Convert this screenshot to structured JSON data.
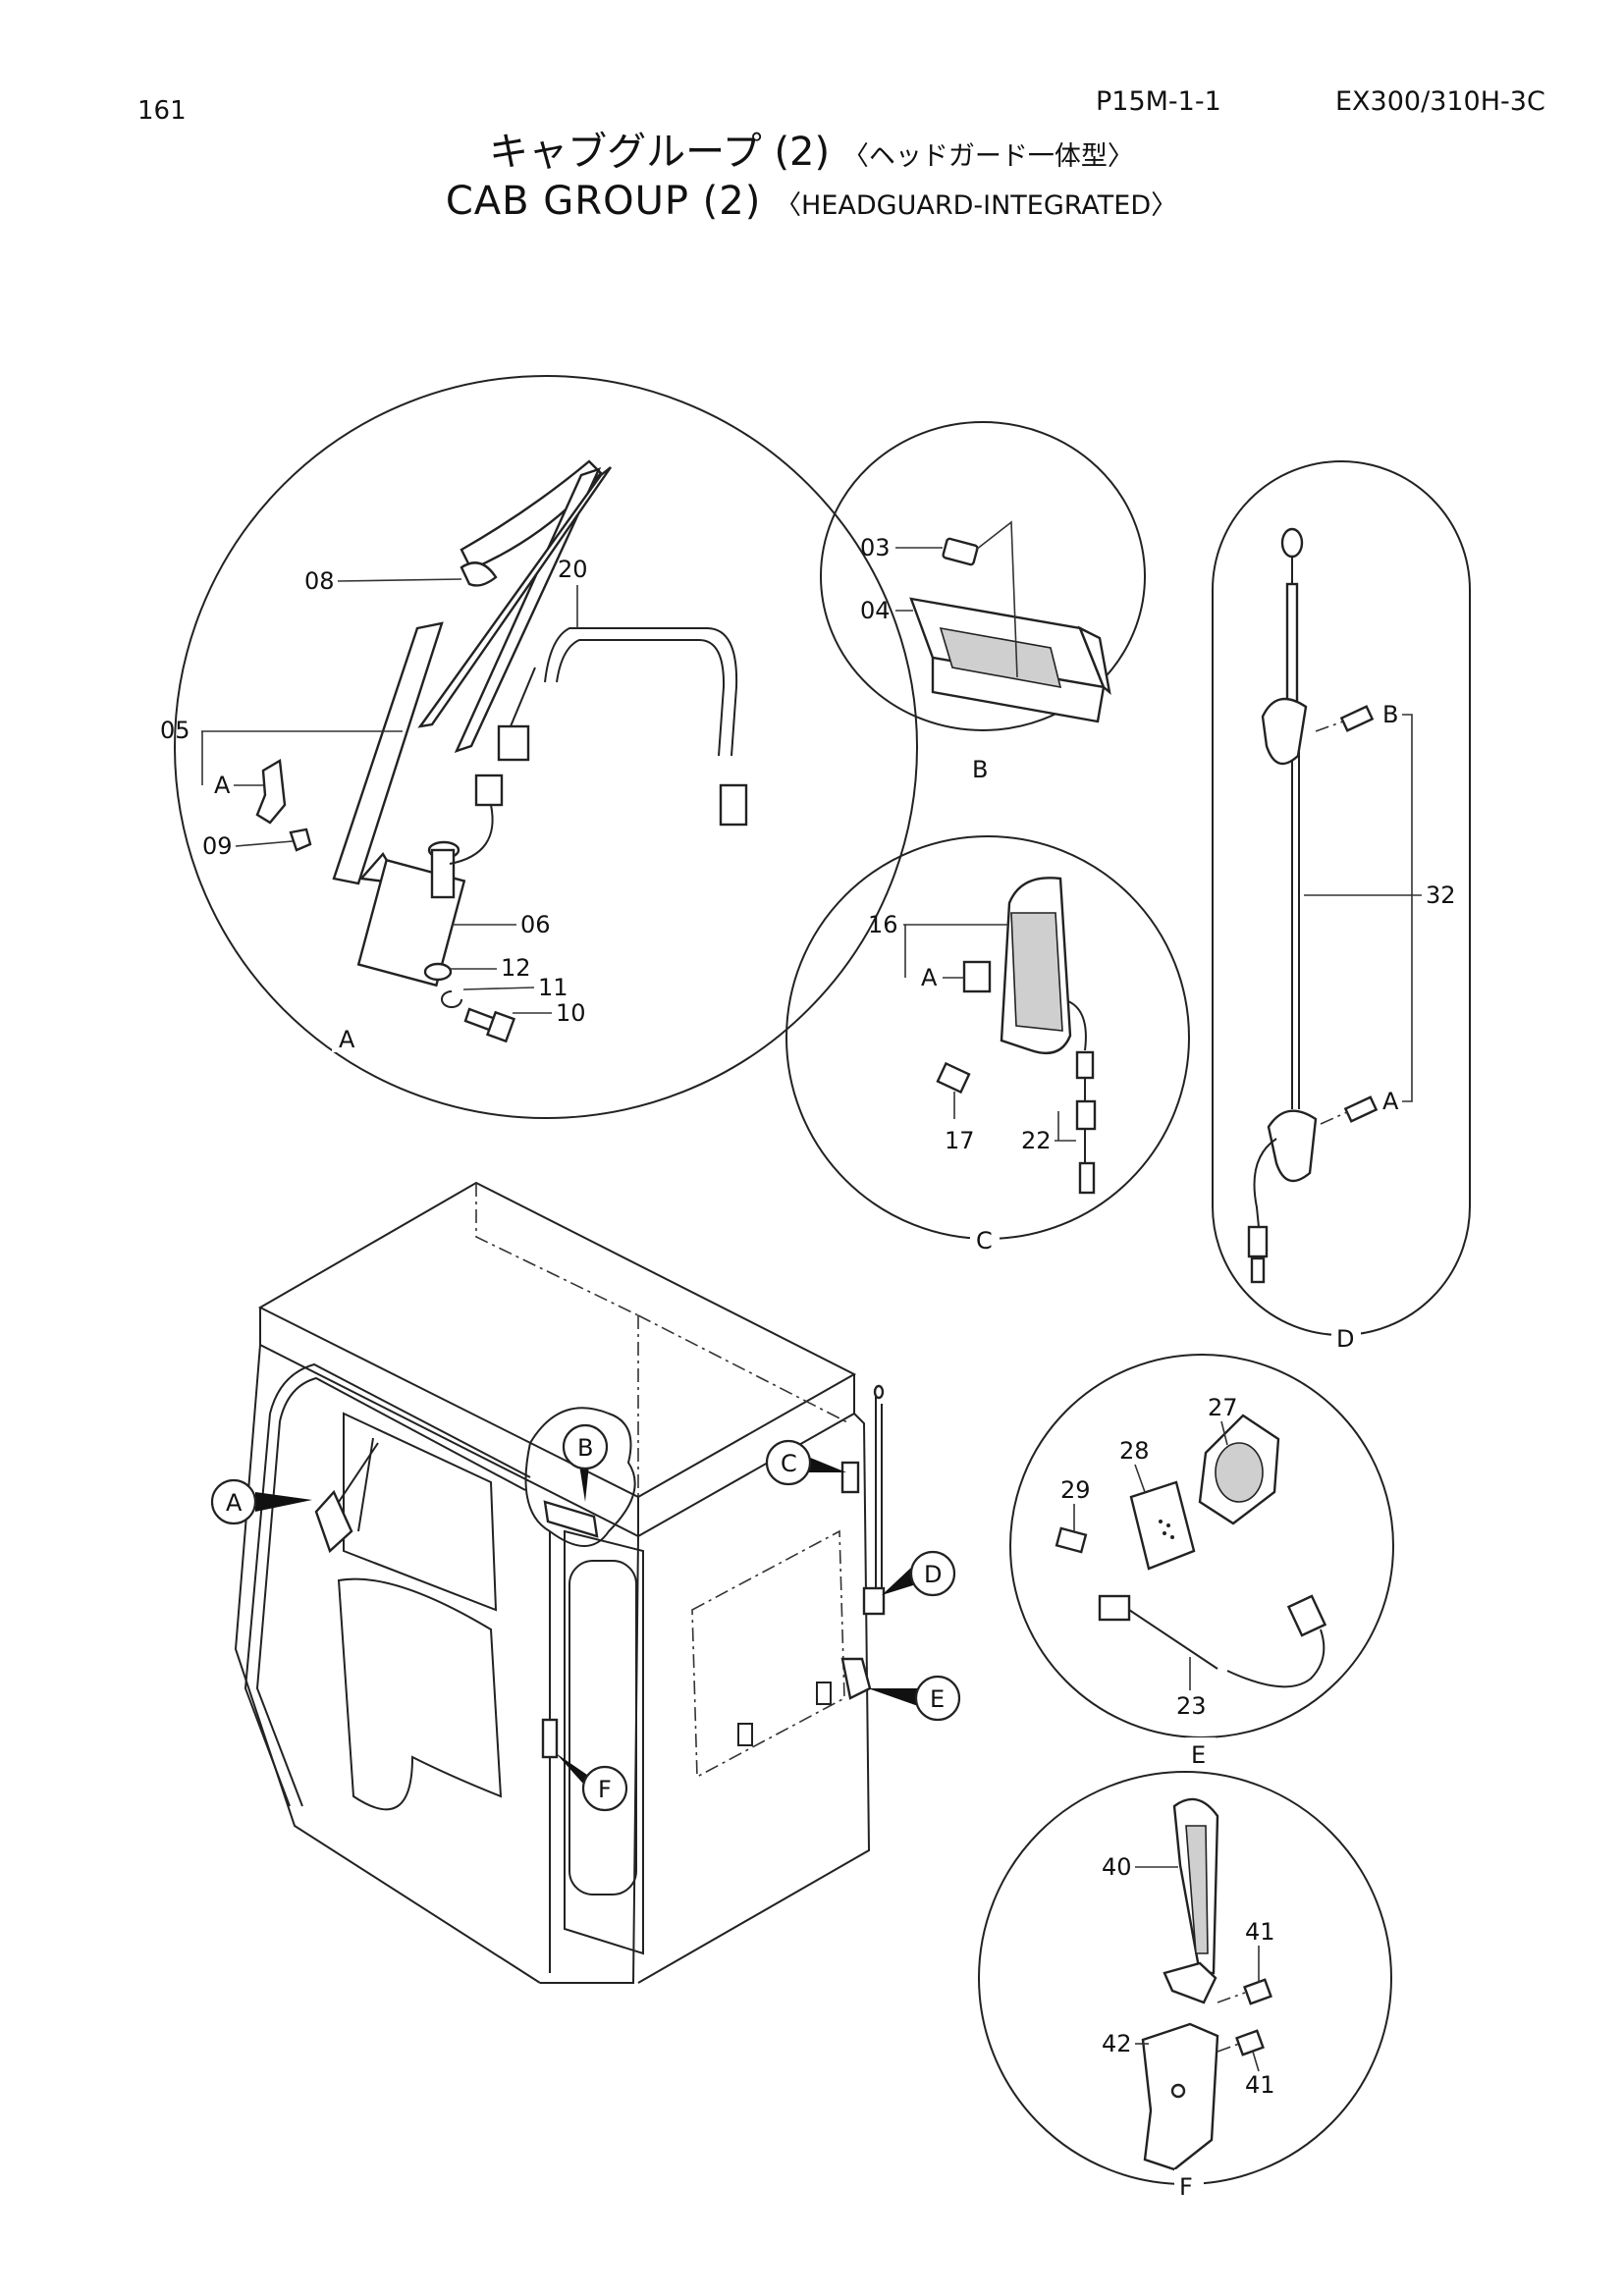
{
  "header": {
    "page_number": "161",
    "doc_code": "P15M-1-1",
    "model": "EX300/310H-3C",
    "title_jp_main": "キャブグループ (2)",
    "title_jp_sub": "〈ヘッドガード一体型〉",
    "title_en_main": "CAB GROUP (2)",
    "title_en_sub": "〈HEADGUARD-INTEGRATED〉"
  },
  "detail_a": {
    "caption": "A",
    "parts": [
      "08",
      "20",
      "05",
      "A",
      "09",
      "06",
      "12",
      "11",
      "10"
    ]
  },
  "detail_b": {
    "caption": "B",
    "parts": [
      "03",
      "04"
    ]
  },
  "detail_c": {
    "caption": "C",
    "parts": [
      "16",
      "A",
      "17",
      "22"
    ]
  },
  "detail_d": {
    "caption": "D",
    "parts": [
      "B",
      "32",
      "A"
    ]
  },
  "detail_e": {
    "caption": "E",
    "parts": [
      "27",
      "28",
      "29",
      "23"
    ]
  },
  "detail_f": {
    "caption": "F",
    "parts": [
      "40",
      "41",
      "42",
      "41"
    ]
  },
  "cab_callouts": [
    "A",
    "B",
    "C",
    "D",
    "E",
    "F"
  ]
}
